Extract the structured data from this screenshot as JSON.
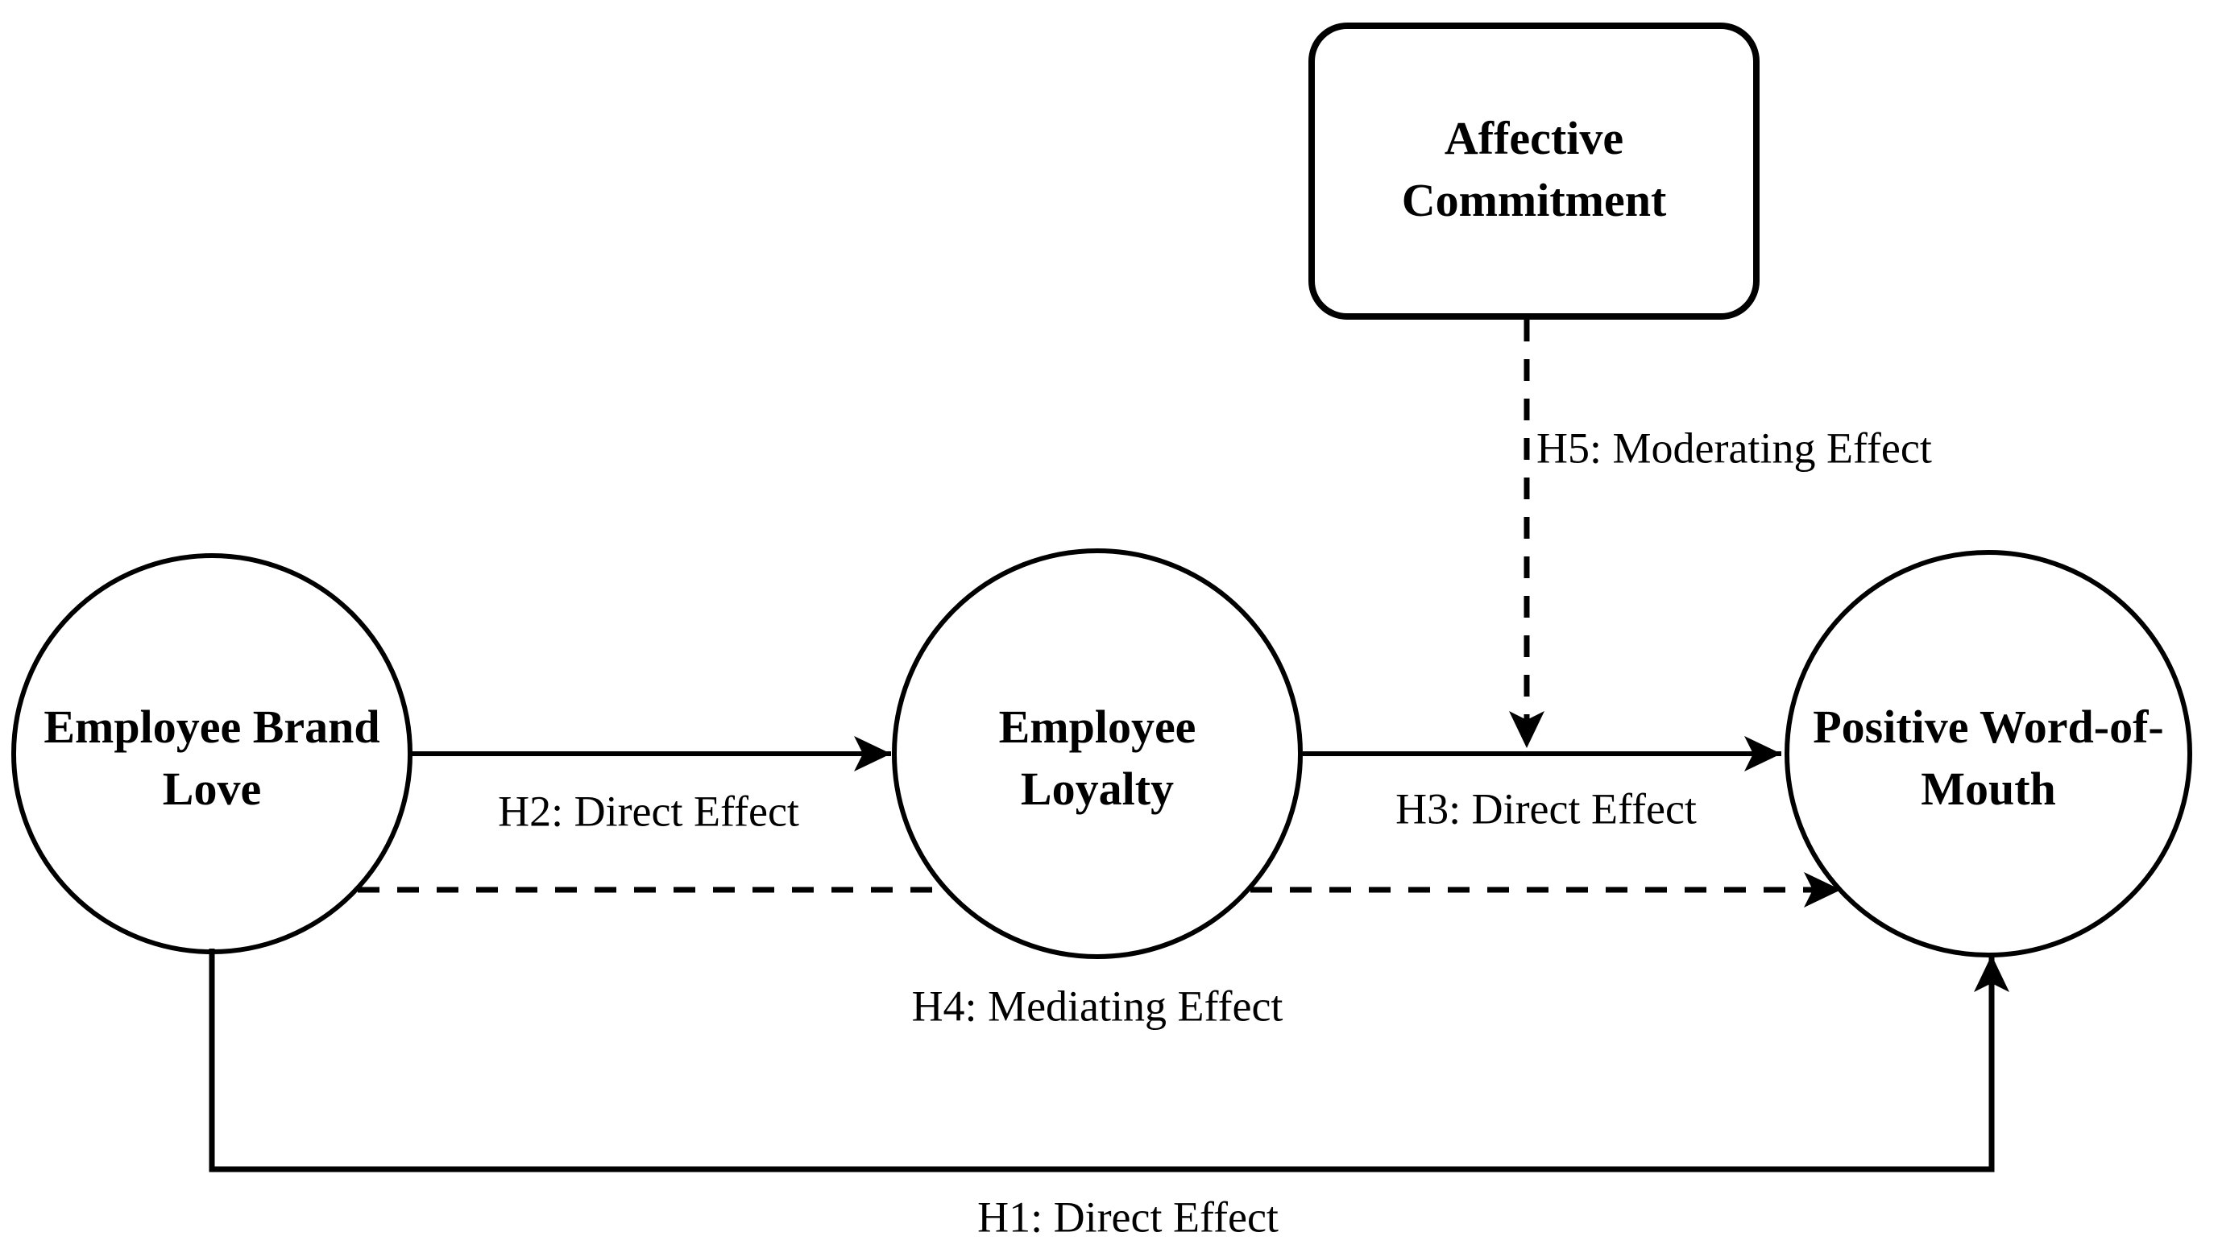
{
  "diagram": {
    "type": "conceptual-research-model",
    "colors": {
      "stroke": "#000000",
      "text": "#000000",
      "background": "#ffffff"
    },
    "nodes": [
      {
        "id": "employee-brand-love",
        "shape": "circle",
        "lines": [
          "Employee Brand",
          "Love"
        ]
      },
      {
        "id": "employee-loyalty",
        "shape": "circle",
        "lines": [
          "Employee",
          "Loyalty"
        ]
      },
      {
        "id": "positive-word-of-mouth",
        "shape": "circle",
        "lines": [
          "Positive Word-of-",
          "Mouth"
        ]
      },
      {
        "id": "affective-commitment",
        "shape": "rounded-rectangle",
        "lines": [
          "Affective",
          "Commitment"
        ]
      }
    ],
    "edges": [
      {
        "id": "h1",
        "label": "H1: Direct Effect",
        "style": "solid",
        "from": "employee-brand-love",
        "to": "positive-word-of-mouth"
      },
      {
        "id": "h2",
        "label": "H2: Direct Effect",
        "style": "solid",
        "from": "employee-brand-love",
        "to": "employee-loyalty"
      },
      {
        "id": "h3",
        "label": "H3: Direct Effect",
        "style": "solid",
        "from": "employee-loyalty",
        "to": "positive-word-of-mouth"
      },
      {
        "id": "h4",
        "label": "H4: Mediating Effect",
        "style": "dashed",
        "from": "employee-brand-love",
        "to": "positive-word-of-mouth"
      },
      {
        "id": "h5",
        "label": "H5: Moderating Effect",
        "style": "dashed",
        "from": "affective-commitment",
        "to": "h3-path"
      }
    ]
  }
}
